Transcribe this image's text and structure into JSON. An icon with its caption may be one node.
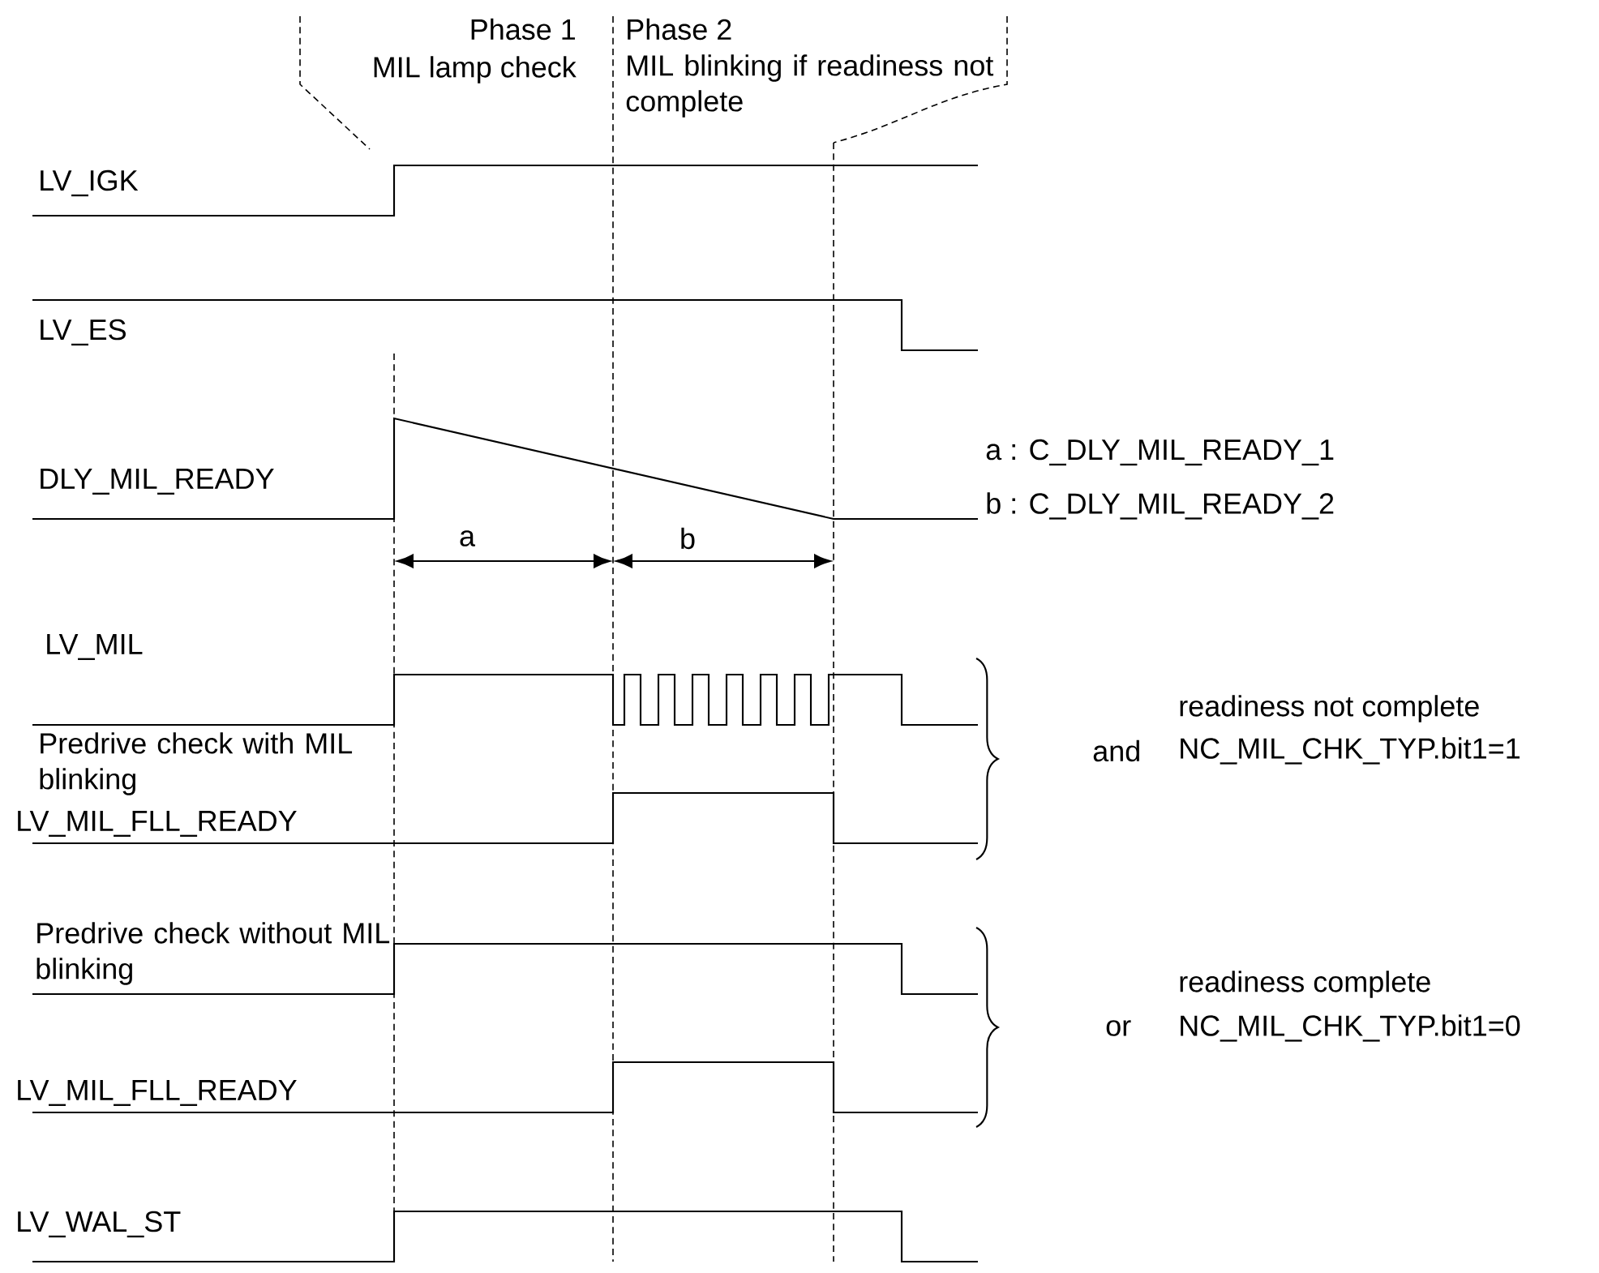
{
  "diagram": {
    "labels": [
      "Phase 1",
      "MIL lamp check",
      "Phase 2",
      "MIL blinking if readiness not complete",
      "LV_IGK",
      "LV_ES",
      "a : C_DLY_MIL_READY_1",
      "DLY_MIL_READY",
      "b : C_DLY_MIL_READY_2",
      "a",
      "b",
      "LV_MIL",
      "Predrive check with MIL blinking",
      "readiness not complete",
      "and",
      "NC_MIL_CHK_TYP.bit1=1",
      "LV_MIL_FLL_READY",
      "Predrive check without MIL blinking",
      "readiness complete",
      "or",
      "NC_MIL_CHK_TYP.bit1=0",
      "LV_MIL_FLL_READY",
      "LV_WAL_ST"
    ]
  }
}
